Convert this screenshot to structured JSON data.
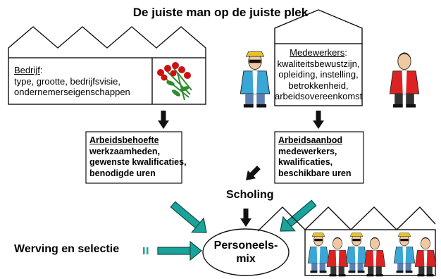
{
  "title": "De juiste man op de juiste plek",
  "bedrijf": {
    "heading": "Bedrijf",
    "suffix": ":",
    "lines": [
      "type, grootte, bedrijfsvisie,",
      "ondernemerseigenschappen"
    ]
  },
  "medewerkers": {
    "heading": "Medewerkers",
    "suffix": ":",
    "lines": [
      "kwaliteitsbewustzijn,",
      "opleiding, instelling,",
      "betrokkenheid,",
      "arbeidsovereenkomst"
    ]
  },
  "arbeidsbehoefte": {
    "heading": "Arbeidsbehoefte",
    "lines": [
      "werkzaamheden,",
      "gewenste kwalificaties,",
      "benodigde uren"
    ]
  },
  "arbeidsaanbod": {
    "heading": "Arbeidsaanbod",
    "lines": [
      "medewerkers,",
      "kwalificaties,",
      "beschikbare uren"
    ]
  },
  "scholing": "Scholing",
  "werving": "Werving en selectie",
  "personeelsmix": [
    "Personeels-",
    "mix"
  ],
  "colors": {
    "teal": "#1aa39a",
    "rose": "#cc1111",
    "leaf": "#2e8b2e",
    "jacket_red": "#dd2222",
    "jacket_blue": "#3aa6d6"
  },
  "icons": [
    "roses-icon",
    "person-blue-jacket-icon",
    "person-red-jacket-icon"
  ]
}
